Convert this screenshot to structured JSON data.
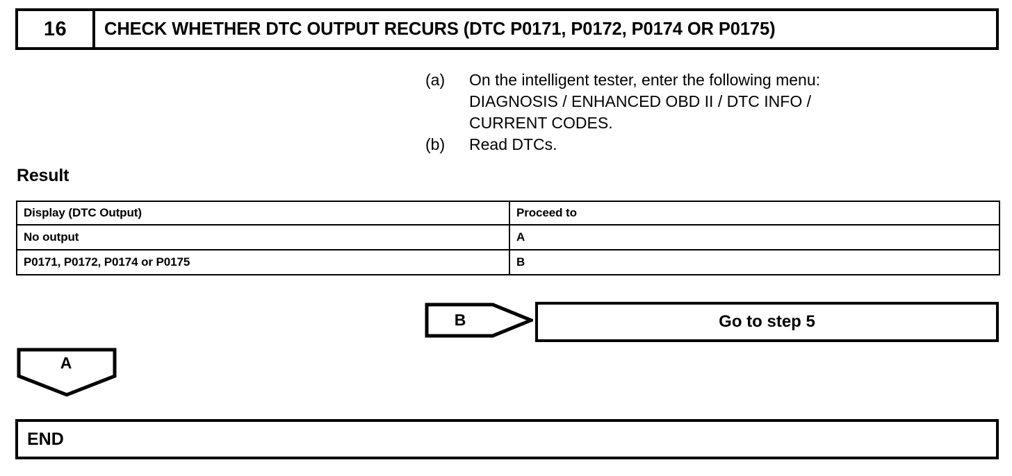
{
  "step": {
    "number": "16",
    "title": "CHECK WHETHER DTC OUTPUT RECURS (DTC P0171, P0172, P0174 OR P0175)"
  },
  "instructions": [
    {
      "marker": "(a)",
      "lines": [
        "On the intelligent tester, enter the following menu:",
        "DIAGNOSIS / ENHANCED OBD II / DTC INFO /",
        "CURRENT CODES."
      ]
    },
    {
      "marker": "(b)",
      "lines": [
        "Read DTCs."
      ]
    }
  ],
  "result": {
    "label": "Result",
    "columns": [
      "Display (DTC Output)",
      "Proceed to"
    ],
    "rows": [
      {
        "display": "No output",
        "proceed": "A"
      },
      {
        "display": "P0171, P0172, P0174 or P0175",
        "proceed": "B"
      }
    ]
  },
  "flow": {
    "connector_b": "B",
    "goto_box": "Go to step 5",
    "connector_a": "A",
    "end_box": "END"
  },
  "colors": {
    "ink": "#000000",
    "paper": "#ffffff"
  }
}
